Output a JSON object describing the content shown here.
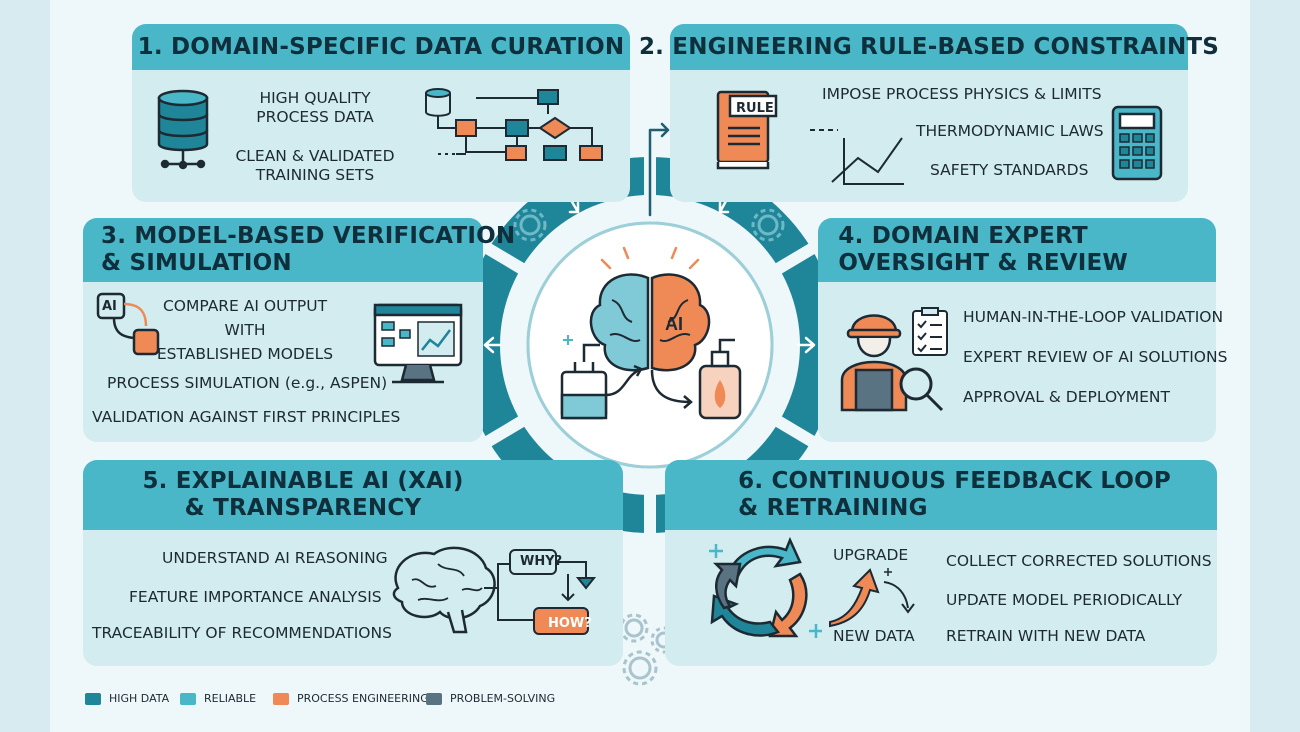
{
  "colors": {
    "teal_dark": "#1f8599",
    "teal": "#49b7c7",
    "teal_light": "#d2ecef",
    "orange": "#ef8a57",
    "slate": "#5a7383",
    "ink": "#1d2a33"
  },
  "panels": {
    "p1": {
      "title": "1. DOMAIN-SPECIFIC DATA CURATION",
      "items": [
        "HIGH QUALITY\nPROCESS DATA",
        "CLEAN & VALIDATED\nTRAINING SETS"
      ],
      "icons": [
        "database-icon",
        "data-flow-diagram-icon"
      ]
    },
    "p2": {
      "title": "2. ENGINEERING RULE-BASED CONSTRAINTS",
      "items": [
        "IMPOSE PROCESS PHYSICS & LIMITS",
        "THERMODYNAMIC LAWS",
        "SAFETY STANDARDS"
      ],
      "badge": "RULE",
      "icons": [
        "rule-book-icon",
        "trend-chart-icon",
        "calculator-icon"
      ]
    },
    "p3": {
      "title": "3. MODEL-BASED VERIFICATION\n& SIMULATION",
      "items": [
        "COMPARE AI OUTPUT\nWITH\nESTABLISHED MODELS",
        "PROCESS SIMULATION (e.g., ASPEN)",
        "VALIDATION AGAINST FIRST PRINCIPLES"
      ],
      "badge": "AI",
      "icons": [
        "ai-compare-icon",
        "monitor-simulation-icon"
      ]
    },
    "p4": {
      "title": "4. DOMAIN EXPERT\nOVERSIGHT & REVIEW",
      "items": [
        "HUMAN-IN-THE-LOOP VALIDATION",
        "EXPERT REVIEW OF AI SOLUTIONS",
        "APPROVAL & DEPLOYMENT"
      ],
      "icons": [
        "engineer-icon",
        "checklist-icon",
        "magnifier-icon"
      ]
    },
    "p5": {
      "title": "5. EXPLAINABLE AI (XAI)\n& TRANSPARENCY",
      "items": [
        "UNDERSTAND AI REASONING",
        "FEATURE IMPORTANCE ANALYSIS",
        "TRACEABILITY OF RECOMMENDATIONS"
      ],
      "bubbles": [
        "WHY?",
        "HOW?"
      ],
      "icons": [
        "brain-outline-icon",
        "why-how-flow-icon"
      ]
    },
    "p6": {
      "title": "6. CONTINUOUS FEEDBACK LOOP\n& RETRAINING",
      "items": [
        "COLLECT CORRECTED SOLUTIONS",
        "UPDATE MODEL PERIODICALLY",
        "RETRAIN WITH NEW DATA"
      ],
      "labels": [
        "UPGRADE",
        "NEW DATA"
      ],
      "icons": [
        "cycle-arrows-icon",
        "upgrade-arrow-icon"
      ]
    }
  },
  "hub": {
    "label": "AI",
    "icons": [
      "brain-ai-icon",
      "reactor-vessel-icon",
      "flask-flame-icon"
    ]
  },
  "legend": [
    {
      "label": "HIGH DATA",
      "color": "#1f8599"
    },
    {
      "label": "RELIABLE",
      "color": "#49b7c7"
    },
    {
      "label": "PROCESS ENGINEERING",
      "color": "#ef8a57"
    },
    {
      "label": "PROBLEM-SOLVING",
      "color": "#5a7383"
    }
  ]
}
